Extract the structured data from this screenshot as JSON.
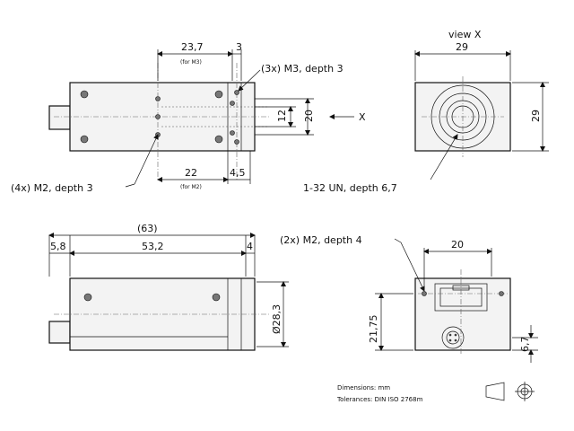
{
  "labels": {
    "view_x": "view X",
    "dim_23_7": "23,7",
    "dim_3": "3",
    "for_m3": "(for M3)",
    "m3_callout": "(3x) M3, depth 3",
    "dim_12": "12",
    "dim_20_front": "20",
    "x_arrow": "X",
    "m2_callout_front": "(4x) M2, depth 3",
    "dim_22": "22",
    "for_m2": "(for M2)",
    "dim_4_5": "4,5",
    "thread_callout": "1-32 UN, depth 6,7",
    "dim_29_top": "29",
    "dim_29_side": "29",
    "dim_63": "(63)",
    "dim_5_8": "5,8",
    "dim_53_2": "53,2",
    "dim_4": "4",
    "dim_dia_28_3": "Ø28,3",
    "m2_callout_back": "(2x) M2, depth 4",
    "dim_20_back": "20",
    "dim_21_75": "21,75",
    "dim_6_7": "6,7",
    "note_dimensions": "Dimensions: mm",
    "note_tolerances": "Tolerances: DIN ISO 2768m"
  }
}
